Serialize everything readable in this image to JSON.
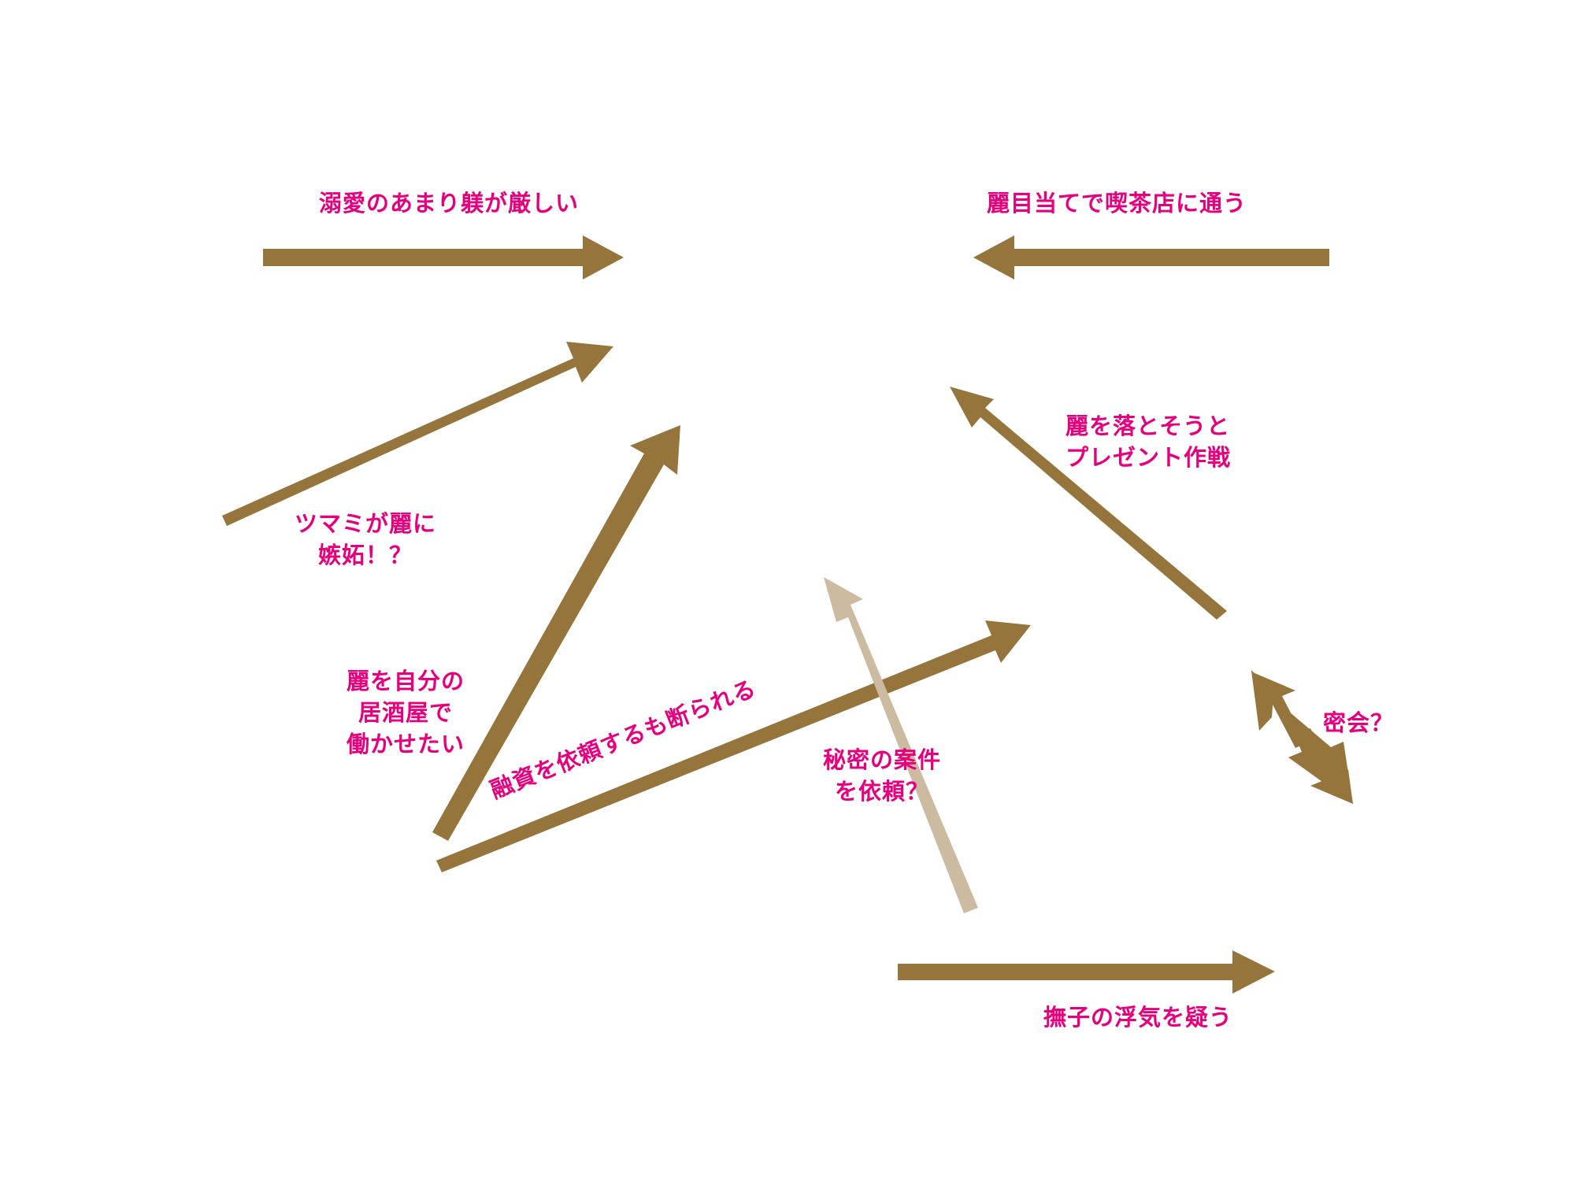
{
  "colors": {
    "arrow": "#96753c",
    "arrow_faded": "#ccbba0",
    "label": "#e6007e",
    "background": "#ffffff"
  },
  "labels": {
    "dote_shitsuke": "溺愛のあまり躾が厳しい",
    "kissaten": "麗目当てで喫茶店に通う",
    "present_1": "麗を落とそうと",
    "present_2": "プレゼント作戦",
    "tsumami_1": "ツマミが麗に",
    "tsumami_2": "嫉妬！？",
    "izakaya_1": "麗を自分の",
    "izakaya_2": "居酒屋で",
    "izakaya_3": "働かせたい",
    "yushi": "融資を依頼するも断られる",
    "himitsu_1": "秘密の案件",
    "himitsu_2": "を依頼？",
    "mikkai": "密会？",
    "uwaki": "撫子の浮気を疑う"
  }
}
